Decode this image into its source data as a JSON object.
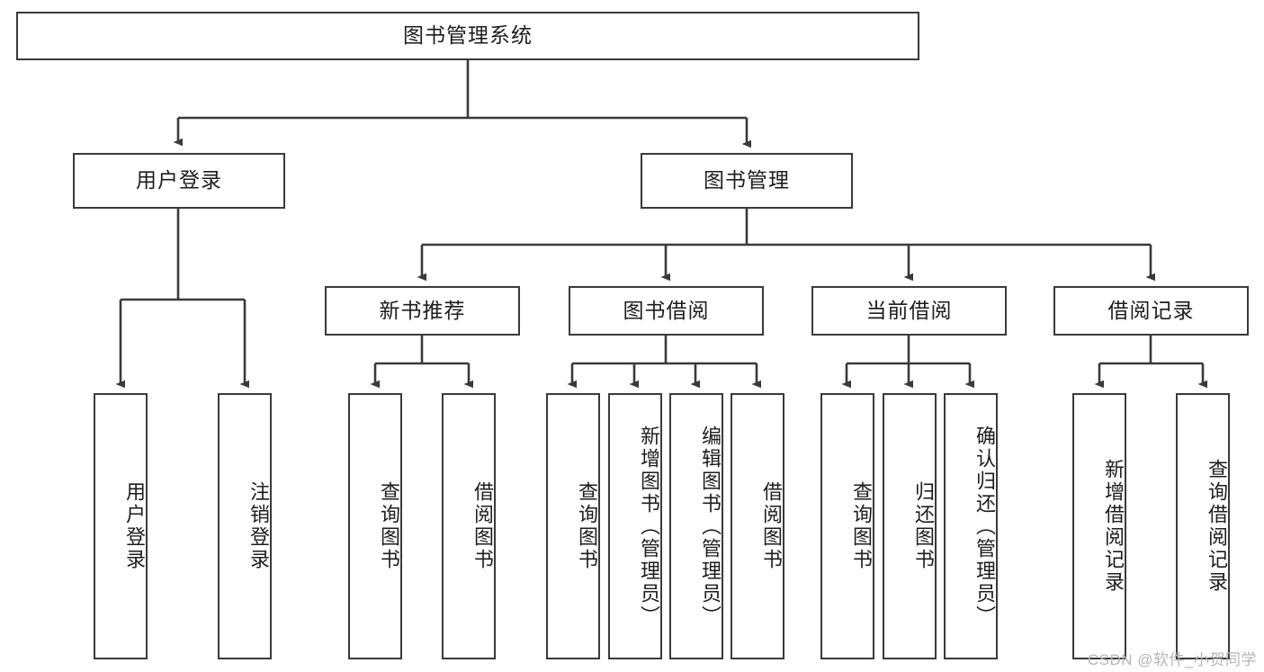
{
  "diagram": {
    "title": "图书管理系统",
    "watermark": "CSDN @软件_小贺同学",
    "root": {
      "label": "图书管理系统"
    },
    "level2": [
      {
        "id": "user-login",
        "label": "用户登录"
      },
      {
        "id": "book-management",
        "label": "图书管理"
      }
    ],
    "level3": [
      {
        "id": "new-book-recommend",
        "label": "新书推荐"
      },
      {
        "id": "book-borrow",
        "label": "图书借阅"
      },
      {
        "id": "current-borrow",
        "label": "当前借阅"
      },
      {
        "id": "borrow-record",
        "label": "借阅记录"
      }
    ],
    "leaves": {
      "user_login": [
        {
          "id": "leaf-user-login",
          "label": "用户登录"
        },
        {
          "id": "leaf-logout-login",
          "label": "注销登录"
        }
      ],
      "new_book_recommend": [
        {
          "id": "leaf-query-book-1",
          "label": "查询图书"
        },
        {
          "id": "leaf-borrow-book-1",
          "label": "借阅图书"
        }
      ],
      "book_borrow": [
        {
          "id": "leaf-query-book-2",
          "label": "查询图书"
        },
        {
          "id": "leaf-add-book",
          "label": "新增图书（管理员）"
        },
        {
          "id": "leaf-edit-book",
          "label": "编辑图书（管理员）"
        },
        {
          "id": "leaf-borrow-book-2",
          "label": "借阅图书"
        }
      ],
      "current_borrow": [
        {
          "id": "leaf-query-book-3",
          "label": "查询图书"
        },
        {
          "id": "leaf-return-book",
          "label": "归还图书"
        },
        {
          "id": "leaf-confirm-return",
          "label": "确认归还（管理员）"
        }
      ],
      "borrow_record": [
        {
          "id": "leaf-add-record",
          "label": "新增借阅记录"
        },
        {
          "id": "leaf-query-record",
          "label": "查询借阅记录"
        }
      ]
    },
    "colors": {
      "border": "#3a3a3a",
      "text": "#1d1d1d",
      "background": "#ffffff",
      "watermark": "#b6b6b6"
    }
  }
}
